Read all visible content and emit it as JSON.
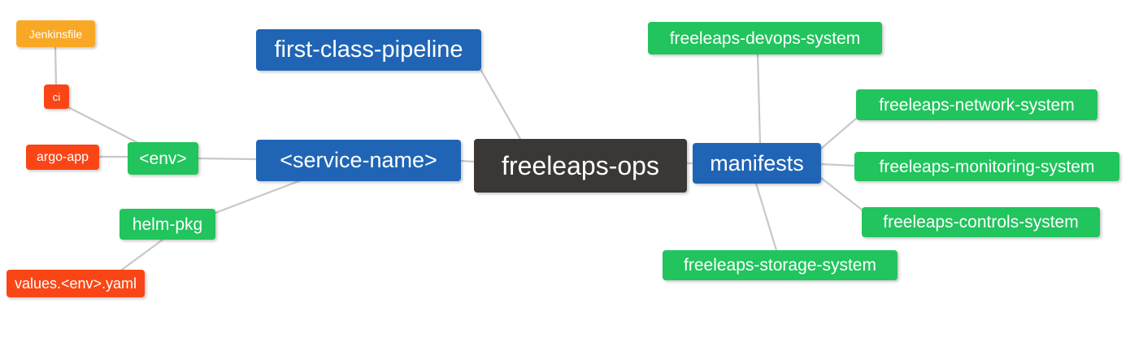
{
  "diagram": {
    "type": "mindmap",
    "title": "freeleaps-ops",
    "background": "#ffffff",
    "edge_color": "#c8c8c8",
    "palette": {
      "root": "#3b3734",
      "blue": "#2065b5",
      "green": "#21c45d",
      "orange": "#f9a825",
      "red": "#fa4616",
      "text": "#ffffff"
    }
  },
  "nodes": {
    "root": {
      "label": "freeleaps-ops",
      "color": "#3b3734"
    },
    "first_class_pipeline": {
      "label": "first-class-pipeline",
      "color": "#2065b5"
    },
    "service_name": {
      "label": "<service-name>",
      "color": "#2065b5"
    },
    "manifests": {
      "label": "manifests",
      "color": "#2065b5"
    },
    "env": {
      "label": "<env>",
      "color": "#21c45d"
    },
    "helm_pkg": {
      "label": "helm-pkg",
      "color": "#21c45d"
    },
    "jenkinsfile": {
      "label": "Jenkinsfile",
      "color": "#f9a825"
    },
    "ci": {
      "label": "ci",
      "color": "#fa4616"
    },
    "argo_app": {
      "label": "argo-app",
      "color": "#fa4616"
    },
    "values_yaml": {
      "label": "values.<env>.yaml",
      "color": "#fa4616"
    },
    "devops_system": {
      "label": "freeleaps-devops-system",
      "color": "#21c45d"
    },
    "network_system": {
      "label": "freeleaps-network-system",
      "color": "#21c45d"
    },
    "monitoring_system": {
      "label": "freeleaps-monitoring-system",
      "color": "#21c45d"
    },
    "controls_system": {
      "label": "freeleaps-controls-system",
      "color": "#21c45d"
    },
    "storage_system": {
      "label": "freeleaps-storage-system",
      "color": "#21c45d"
    }
  },
  "edges": [
    {
      "from": "root",
      "to": "first_class_pipeline"
    },
    {
      "from": "root",
      "to": "service_name"
    },
    {
      "from": "root",
      "to": "manifests"
    },
    {
      "from": "service_name",
      "to": "env"
    },
    {
      "from": "service_name",
      "to": "helm_pkg"
    },
    {
      "from": "env",
      "to": "ci"
    },
    {
      "from": "env",
      "to": "argo_app"
    },
    {
      "from": "ci",
      "to": "jenkinsfile"
    },
    {
      "from": "helm_pkg",
      "to": "values_yaml"
    },
    {
      "from": "manifests",
      "to": "devops_system"
    },
    {
      "from": "manifests",
      "to": "network_system"
    },
    {
      "from": "manifests",
      "to": "monitoring_system"
    },
    {
      "from": "manifests",
      "to": "controls_system"
    },
    {
      "from": "manifests",
      "to": "storage_system"
    }
  ]
}
